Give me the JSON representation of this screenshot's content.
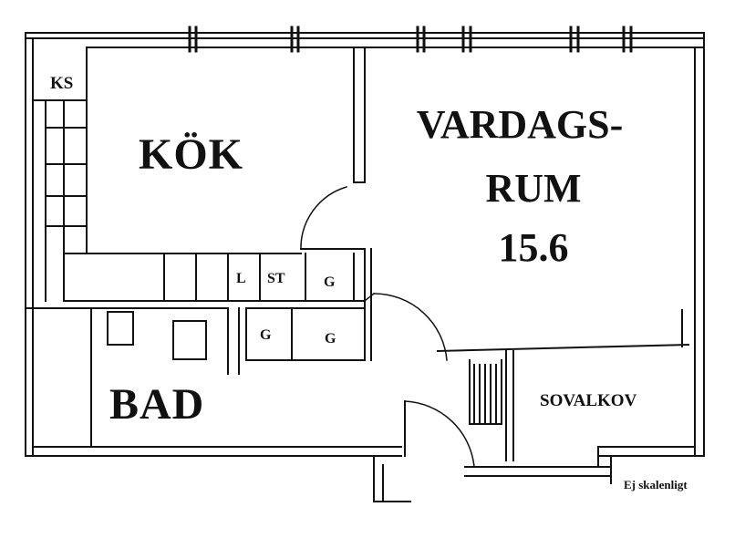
{
  "plan": {
    "rooms": {
      "kitchen": "KÖK",
      "living_line1": "VARDAGS-",
      "living_line2": "RUM",
      "living_area": "15.6",
      "bathroom": "BAD",
      "sleeping_alcove": "SOVALKOV"
    },
    "fixtures": {
      "ks": "KS",
      "l": "L",
      "st": "ST",
      "g_top": "G",
      "g_bottom_left": "G",
      "g_bottom_right": "G"
    },
    "note": "Ej skalenligt"
  },
  "colors": {
    "ink": "#111111",
    "paper": "#ffffff"
  }
}
